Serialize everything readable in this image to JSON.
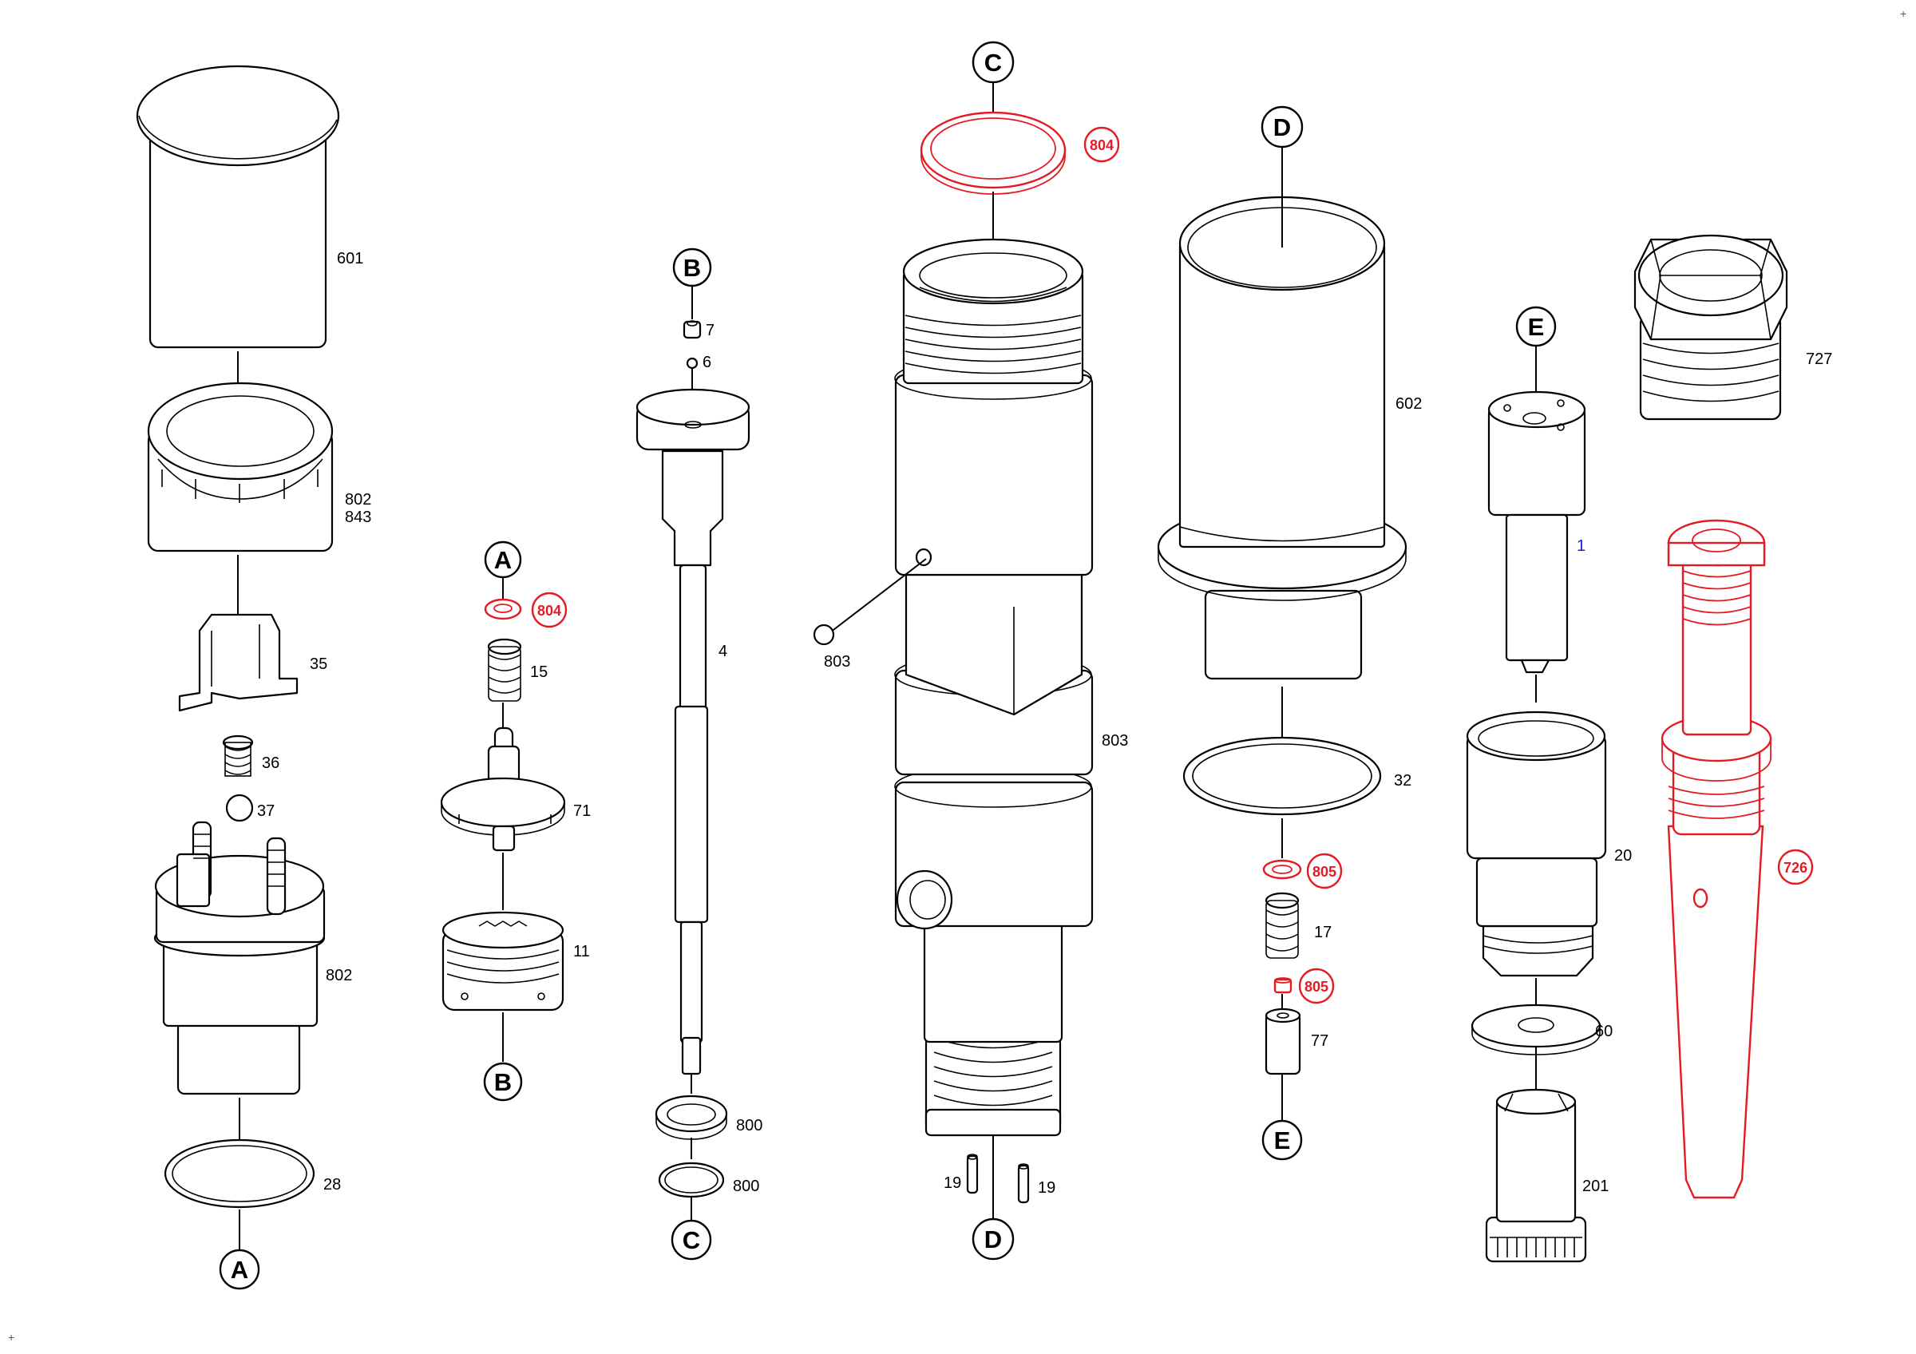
{
  "part_labels": {
    "p601": "601",
    "p802a": "802",
    "p843": "843",
    "p35": "35",
    "p36": "36",
    "p37": "37",
    "p802b": "802",
    "p28": "28",
    "p15": "15",
    "p71": "71",
    "p11": "11",
    "p7": "7",
    "p6": "6",
    "p4": "4",
    "p800a": "800",
    "p800b": "800",
    "p803a": "803",
    "p803b": "803",
    "p19a": "19",
    "p19b": "19",
    "p602": "602",
    "p32": "32",
    "p17": "17",
    "p77": "77",
    "p727": "727",
    "p1": "1",
    "p20": "20",
    "p60": "60",
    "p201": "201"
  },
  "callouts": {
    "A_top": "A",
    "A_bottom": "A",
    "B_top": "B",
    "B_bottom": "B",
    "C_top": "C",
    "C_bottom": "C",
    "D_top": "D",
    "D_bottom": "D",
    "E_top": "E",
    "E_bottom": "E"
  },
  "red_badges": {
    "r804a": "804",
    "r804b": "804",
    "r805a": "805",
    "r805b": "805",
    "r726": "726"
  },
  "corner_marks": {
    "top_right": "+",
    "bottom_left": "+"
  },
  "colors": {
    "line": "#000000",
    "highlight": "#e41b23",
    "blue_label": "#1020d0",
    "background": "#ffffff"
  }
}
